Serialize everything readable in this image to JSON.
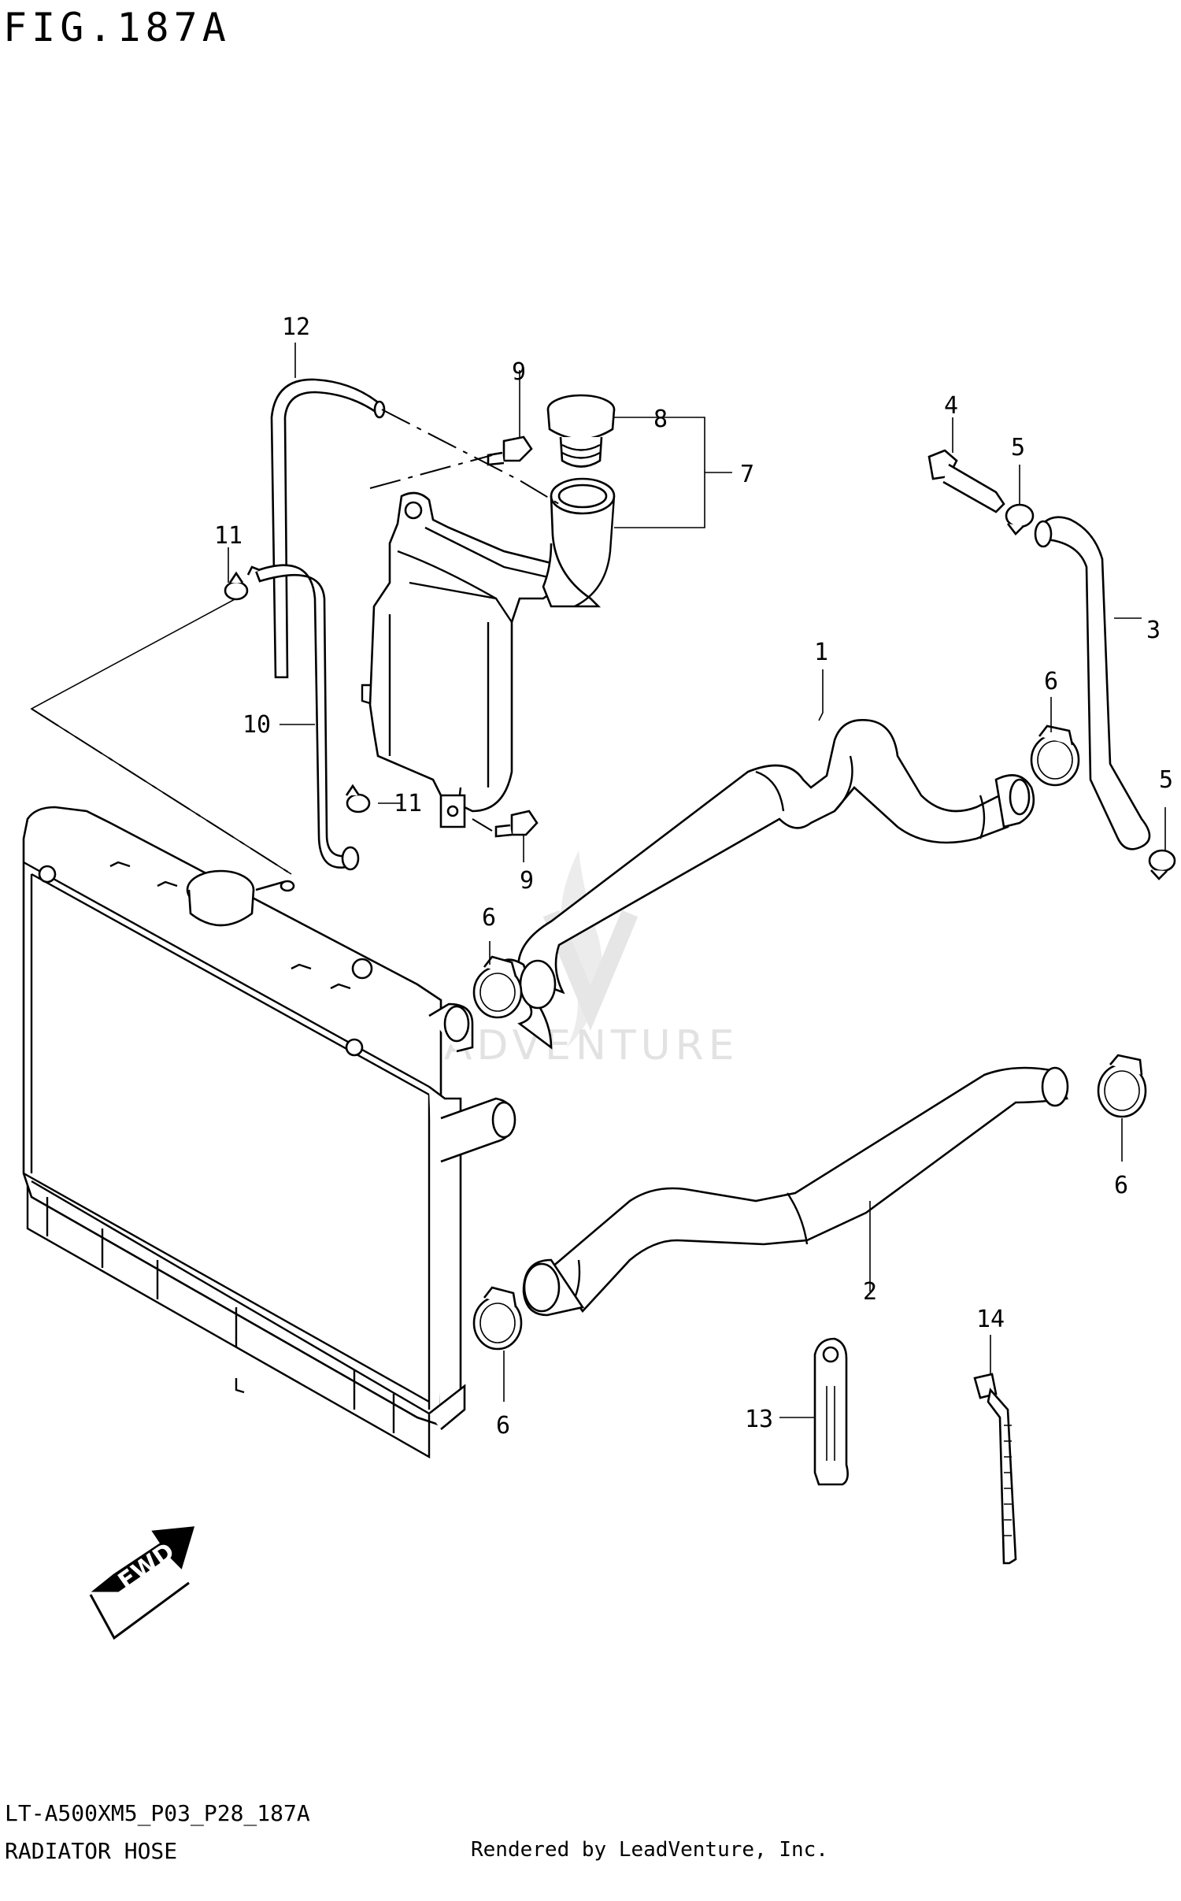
{
  "figure": {
    "title": "FIG.187A",
    "part_code": "LT-A500XM5_P03_P28_187A",
    "part_name": "RADIATOR HOSE",
    "render_credit": "Rendered by LeadVenture, Inc.",
    "watermark": "LEADVENTURE",
    "direction_arrow_label": "FWD"
  },
  "callouts": [
    {
      "id": "c1",
      "label": "1"
    },
    {
      "id": "c2",
      "label": "2"
    },
    {
      "id": "c3",
      "label": "3"
    },
    {
      "id": "c4",
      "label": "4"
    },
    {
      "id": "c5a",
      "label": "5"
    },
    {
      "id": "c5b",
      "label": "5"
    },
    {
      "id": "c6a",
      "label": "6"
    },
    {
      "id": "c6b",
      "label": "6"
    },
    {
      "id": "c6c",
      "label": "6"
    },
    {
      "id": "c6d",
      "label": "6"
    },
    {
      "id": "c7",
      "label": "7"
    },
    {
      "id": "c8",
      "label": "8"
    },
    {
      "id": "c9a",
      "label": "9"
    },
    {
      "id": "c9b",
      "label": "9"
    },
    {
      "id": "c10",
      "label": "10"
    },
    {
      "id": "c11a",
      "label": "11"
    },
    {
      "id": "c11b",
      "label": "11"
    },
    {
      "id": "c12",
      "label": "12"
    },
    {
      "id": "c13",
      "label": "13"
    },
    {
      "id": "c14",
      "label": "14"
    }
  ],
  "colors": {
    "line": "#000000",
    "background": "#ffffff",
    "watermark": "#e2e2e2"
  }
}
